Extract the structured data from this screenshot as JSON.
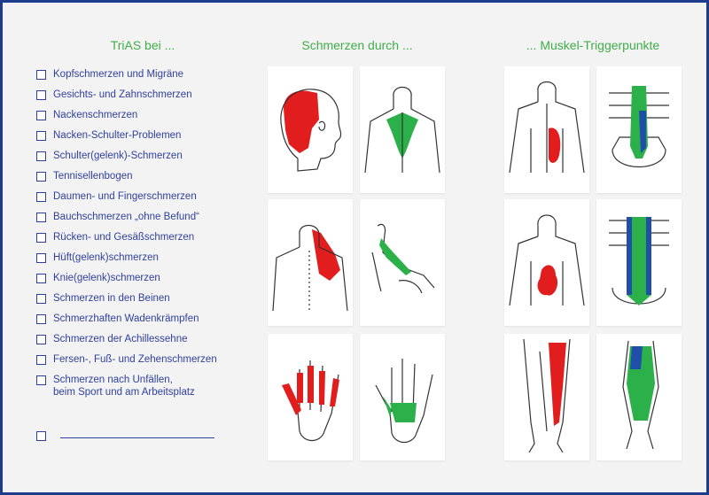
{
  "titles": {
    "col1": "TriAS bei ...",
    "col2": "Schmerzen durch ...",
    "col3": "... Muskel-Triggerpunkte"
  },
  "checklist": [
    "Kopfschmerzen und Migräne",
    "Gesichts- und Zahnschmerzen",
    "Nackenschmerzen",
    "Nacken-Schulter-Problemen",
    "Schulter(gelenk)-Schmerzen",
    "Tennisellenbogen",
    "Daumen- und Fingerschmerzen",
    "Bauchschmerzen „ohne Befund“",
    "Rücken- und Gesäßschmerzen",
    "Hüft(gelenk)schmerzen",
    "Knie(gelenk)schmerzen",
    "Schmerzen in den Beinen",
    "Schmerzhaften Wadenkrämpfen",
    "Schmerzen der Achillessehne",
    "Fersen-, Fuß- und Zehenschmerzen",
    "Schmerzen nach Unfällen,",
    "beim Sport und am Arbeitsplatz"
  ],
  "colors": {
    "frame": "#1e3c8c",
    "title": "#3fae49",
    "text": "#2f3f9e",
    "pain": "#e11d1d",
    "muscle": "#2bb04a",
    "muscle_dark": "#1f4fa8"
  }
}
